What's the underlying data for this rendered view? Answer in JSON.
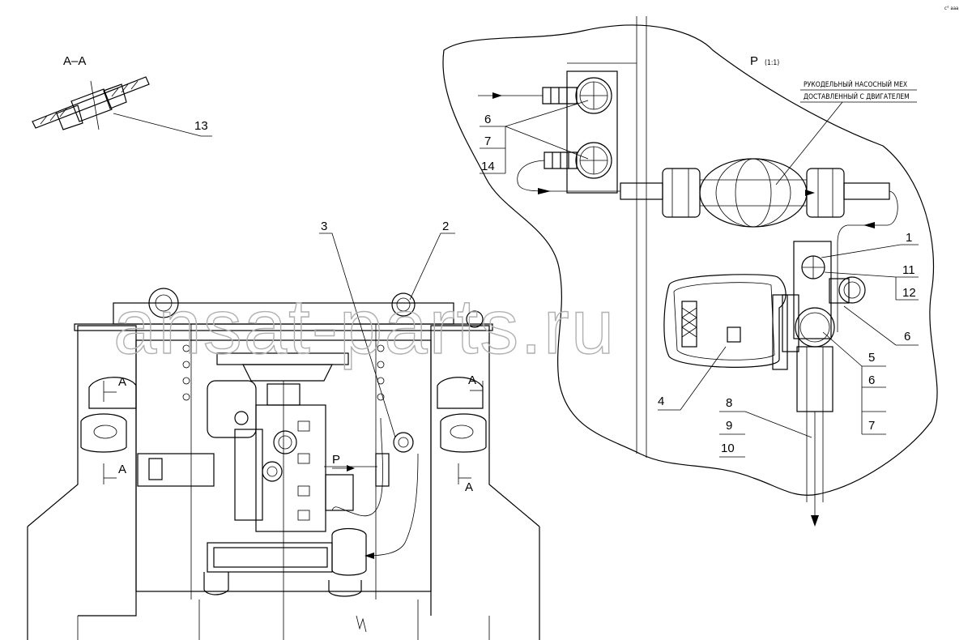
{
  "section_label": "A–A",
  "detail_view": {
    "label": "P",
    "scale": "(1:1)"
  },
  "note": {
    "line1": "РУКОДЕЛЬНЫЙ НАСОСНЫЙ МЕХ",
    "line2": "ДОСТАВЛЕННЫЙ С ДВИГАТЕЛЕМ"
  },
  "watermark": "ansat-parts.ru",
  "corner_mark": "с° ааа",
  "callouts": {
    "c13": "13",
    "c3": "3",
    "c2": "2",
    "c6a": "6",
    "c7a": "7",
    "c14": "14",
    "c1": "1",
    "c11": "11",
    "c12": "12",
    "c6b": "6",
    "c5": "5",
    "c6c": "6",
    "c7b": "7",
    "c4": "4",
    "c8": "8",
    "c9": "9",
    "c10": "10"
  },
  "main_view_marks": {
    "A_left_top": "A",
    "A_left_bottom": "A",
    "A_right_top": "A",
    "A_right_bottom": "A",
    "P_arrow": "P"
  }
}
